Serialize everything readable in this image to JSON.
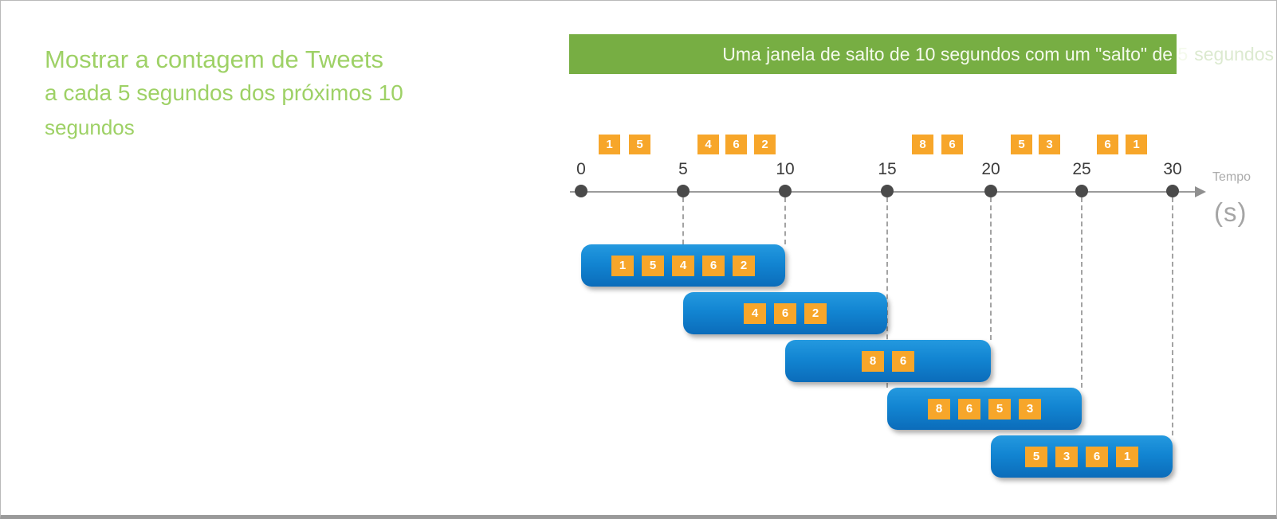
{
  "title": {
    "line1": "Mostrar a contagem de Tweets",
    "line2": "a cada 5 segundos dos próximos 10",
    "line3": "segundos"
  },
  "banner": {
    "text_inside": "Uma janela de salto de 10 segundos com um \"salto\" de 5",
    "text_overflow": "segundos"
  },
  "timeline": {
    "axis_label": "Tempo",
    "axis_unit": "(s)",
    "tick_labels": [
      "0",
      "5",
      "10",
      "15",
      "20",
      "25",
      "30"
    ],
    "event_values": [
      "1",
      "5",
      "4",
      "6",
      "2",
      "8",
      "6",
      "5",
      "3",
      "6",
      "1"
    ]
  },
  "windows": [
    {
      "values": [
        "1",
        "5",
        "4",
        "6",
        "2"
      ]
    },
    {
      "values": [
        "4",
        "6",
        "2"
      ]
    },
    {
      "values": [
        "8",
        "6"
      ]
    },
    {
      "values": [
        "8",
        "6",
        "5",
        "3"
      ]
    },
    {
      "values": [
        "5",
        "3",
        "6",
        "1"
      ]
    }
  ],
  "colors": {
    "title_green": "#9ed166",
    "banner_green": "#77ae43",
    "banner_text": "#f4faec",
    "banner_overflow_text": "#dcead0",
    "event_orange": "#f7a62a",
    "window_blue_top": "#2499df",
    "window_blue_bottom": "#0b6cba",
    "axis_gray": "#9b9b9b",
    "dot_gray": "#4a4a4a",
    "tick_text": "#3c3c3c",
    "muted_gray": "#ababab"
  }
}
